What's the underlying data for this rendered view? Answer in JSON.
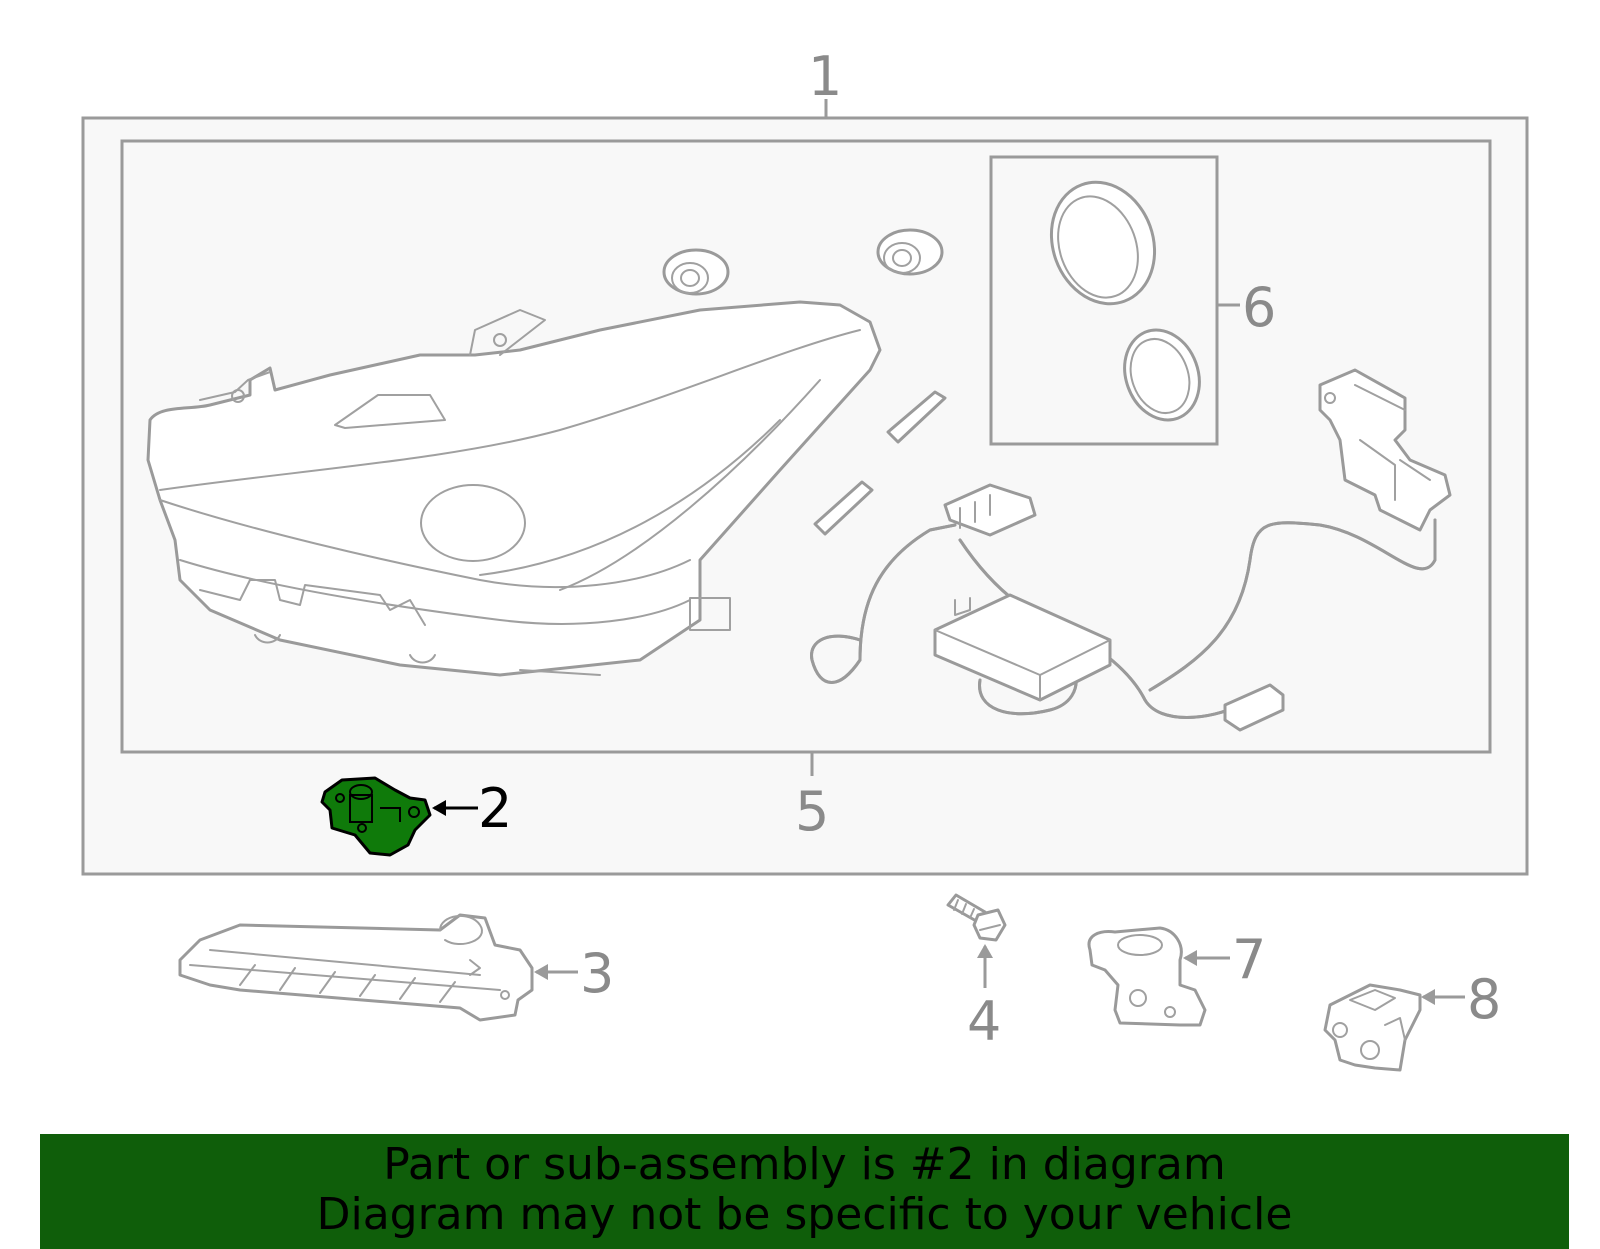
{
  "callouts": {
    "c1": "1",
    "c2": "2",
    "c3": "3",
    "c4": "4",
    "c5": "5",
    "c6": "6",
    "c7": "7",
    "c8": "8"
  },
  "banner": {
    "line1": "Part or sub-assembly is #2 in diagram",
    "line2": "Diagram may not be specific to your vehicle"
  },
  "colors": {
    "highlight": "#0f7a0a",
    "banner": "#0f5e0a",
    "linework": "#9a9a9a"
  }
}
